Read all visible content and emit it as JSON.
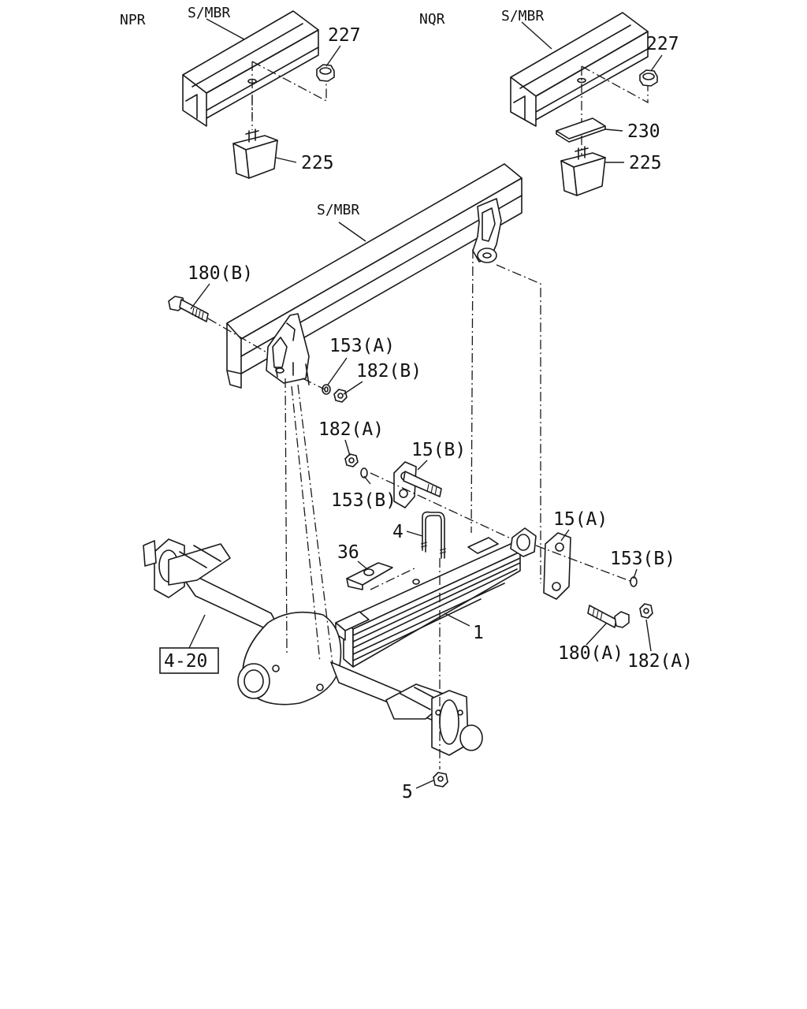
{
  "labels": {
    "npr": "NPR",
    "nqr": "NQR",
    "smbr_npr": "S/MBR",
    "smbr_nqr": "S/MBR",
    "smbr_main": "S/MBR",
    "p227_npr": "227",
    "p225_npr": "225",
    "p227_nqr": "227",
    "p230": "230",
    "p225_nqr": "225",
    "p180b": "180(B)",
    "p153a": "153(A)",
    "p182b": "182(B)",
    "p182a_left": "182(A)",
    "p15b": "15(B)",
    "p153b_left": "153(B)",
    "p4": "4",
    "p36": "36",
    "p15a": "15(A)",
    "p153b_right": "153(B)",
    "p1": "1",
    "p180a": "180(A)",
    "p182a_right": "182(A)",
    "ref_4_20": "4-20",
    "p5": "5"
  }
}
